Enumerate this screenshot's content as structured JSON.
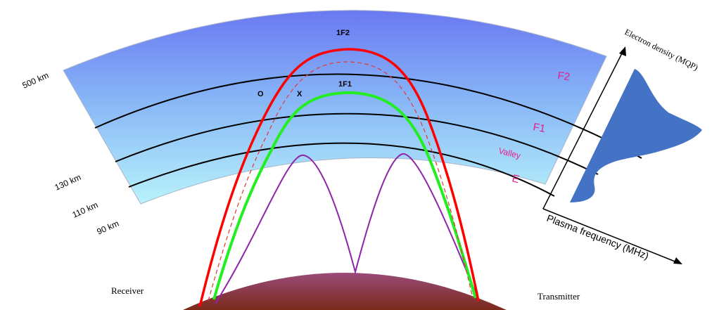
{
  "altitudes": {
    "a500": "500 km",
    "a130": "130 km",
    "a110": "110 km",
    "a90": "90 km"
  },
  "layers": {
    "f2": "F2",
    "f1": "F1",
    "valley": "Valley",
    "e": "E"
  },
  "modes": {
    "f2_hop": "1F2",
    "f1_hop": "1F1",
    "ordinary": "O",
    "extraordinary": "X"
  },
  "stations": {
    "receiver": "Receiver",
    "transmitter": "Transmitter"
  },
  "axes": {
    "density": "Electron density (MQP)",
    "plasma": "Plasma frequency (MHz)"
  },
  "colors": {
    "f2_ray": "#ff0000",
    "f1_ray": "#22ee22",
    "e_ray": "#8e24aa",
    "layer_label": "#e91e8c",
    "profile": "#4472c4",
    "earth": "#8b3a3a"
  }
}
